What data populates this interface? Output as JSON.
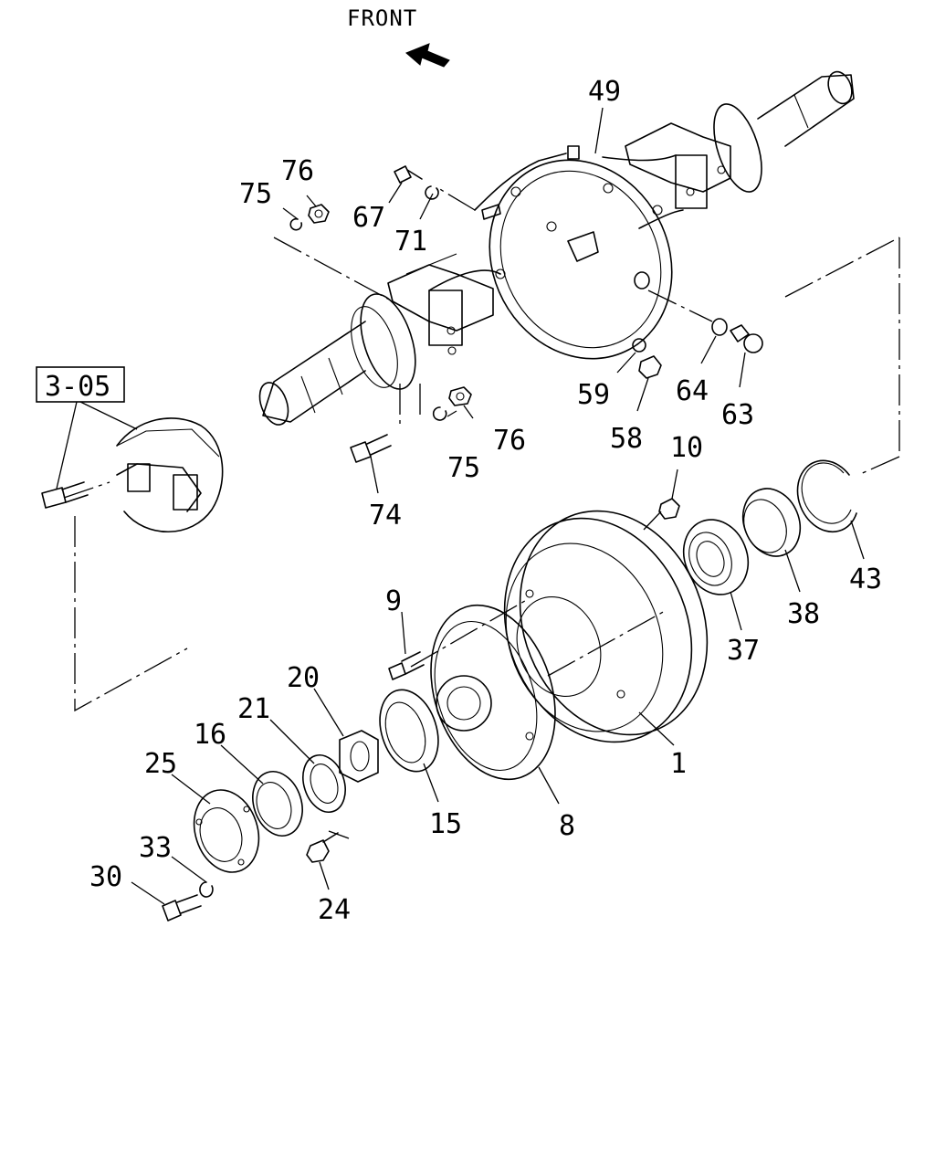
{
  "diagram": {
    "front_label": "FRONT",
    "ref_box": "3-05",
    "callouts": {
      "c1": "1",
      "c8": "8",
      "c9": "9",
      "c10": "10",
      "c15": "15",
      "c16": "16",
      "c20": "20",
      "c21": "21",
      "c24": "24",
      "c25": "25",
      "c30": "30",
      "c33": "33",
      "c37": "37",
      "c38": "38",
      "c43": "43",
      "c49": "49",
      "c58": "58",
      "c59": "59",
      "c63": "63",
      "c64": "64",
      "c67": "67",
      "c71": "71",
      "c74": "74",
      "c75a": "75",
      "c75b": "75",
      "c76a": "76",
      "c76b": "76"
    }
  }
}
